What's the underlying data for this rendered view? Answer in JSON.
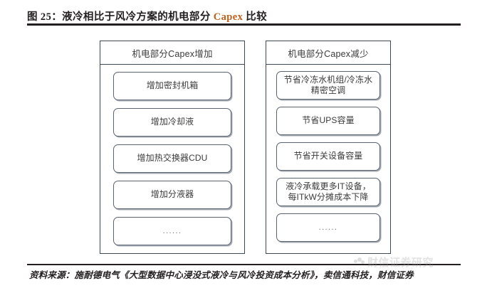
{
  "figure": {
    "label": "图 25：",
    "title_before": "液冷相比于风冷方案的机电部分 ",
    "title_accent": "Capex",
    "title_after": " 比较",
    "accent_color": "#c0601c",
    "rule_color": "#231f20"
  },
  "diagram": {
    "type": "comparison-two-column",
    "panels": [
      {
        "id": "capex-increase",
        "header": "机电部分Capex增加",
        "items": [
          {
            "lines": [
              "增加密封机箱"
            ],
            "is_ellipsis": false
          },
          {
            "lines": [
              "增加冷却液"
            ],
            "is_ellipsis": false
          },
          {
            "lines": [
              "增加热交换器CDU"
            ],
            "is_ellipsis": false
          },
          {
            "lines": [
              "增加分液器"
            ],
            "is_ellipsis": false
          },
          {
            "lines": [
              "......"
            ],
            "is_ellipsis": true
          }
        ]
      },
      {
        "id": "capex-decrease",
        "header": "机电部分Capex减少",
        "items": [
          {
            "lines": [
              "节省冷冻水机组/冷冻水",
              "精密空调"
            ],
            "is_ellipsis": false
          },
          {
            "lines": [
              "节省UPS容量"
            ],
            "is_ellipsis": false
          },
          {
            "lines": [
              "节省开关设备容量"
            ],
            "is_ellipsis": false
          },
          {
            "lines": [
              "液冷承载更多IT设备，",
              "每ITkW分摊成本下降"
            ],
            "is_ellipsis": false
          },
          {
            "lines": [
              "......"
            ],
            "is_ellipsis": true
          }
        ]
      }
    ]
  },
  "footer": {
    "source": "资料来源：施耐德电气《大型数据中心浸没式液冷与风冷投资成本分析》，卖信通科技，财信证券"
  },
  "watermark": {
    "text": "财信证券研究",
    "color": "#9a9a9a"
  }
}
